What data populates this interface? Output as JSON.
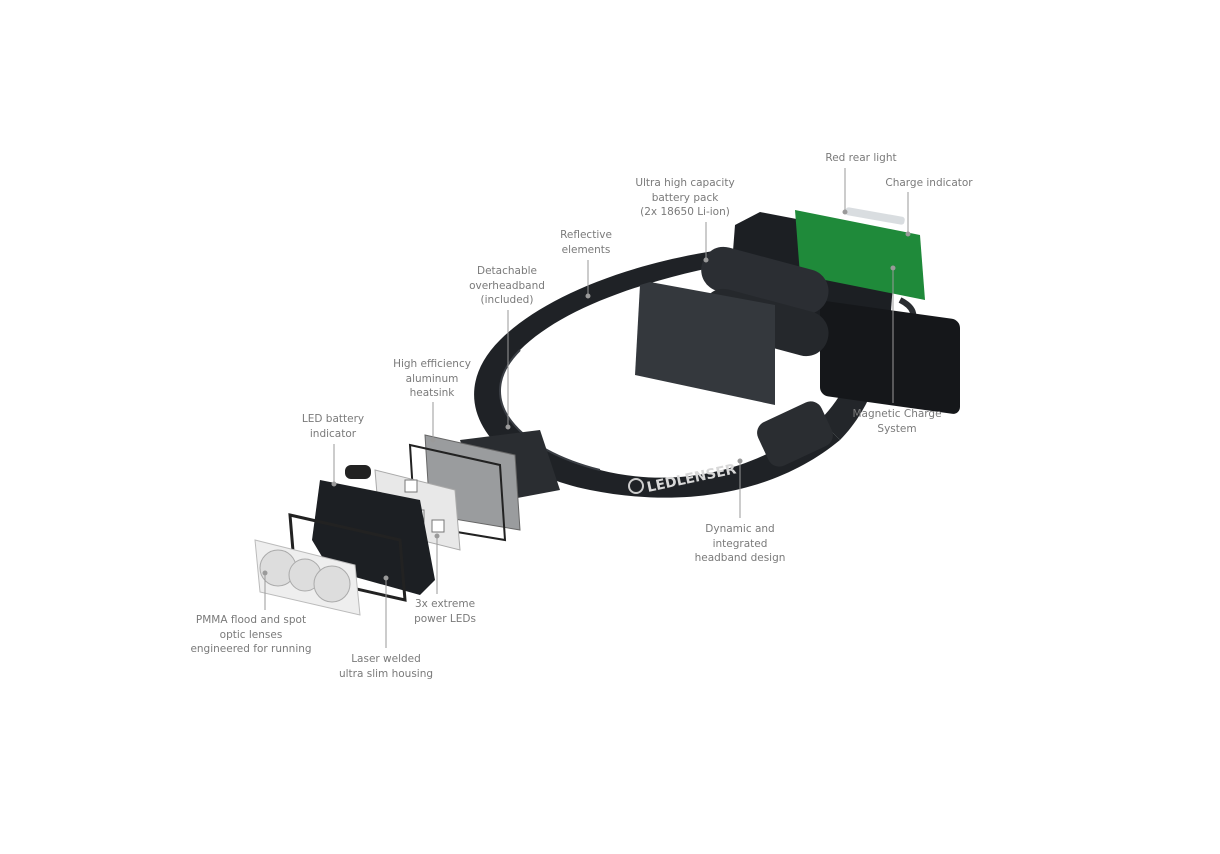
{
  "brand": "LEDLENSER",
  "colors": {
    "label": "#7a7a7a",
    "body": "#1f2226",
    "pcb": "#1f8a3a",
    "leader": "#9a9a9a"
  },
  "callouts": {
    "red_rear_light": [
      "Red rear light"
    ],
    "charge_indicator": [
      "Charge indicator"
    ],
    "battery_pack": [
      "Ultra high capacity",
      "battery pack",
      "(2x 18650 Li-ion)"
    ],
    "reflective": [
      "Reflective",
      "elements"
    ],
    "overheadband": [
      "Detachable",
      "overheadband",
      "(included)"
    ],
    "heatsink": [
      "High efficiency",
      "aluminum",
      "heatsink"
    ],
    "led_battery": [
      "LED battery",
      "indicator"
    ],
    "magnetic_charge": [
      "Magnetic Charge",
      "System"
    ],
    "headband": [
      "Dynamic and",
      "integrated",
      "headband design"
    ],
    "leds": [
      "3x extreme",
      "power LEDs"
    ],
    "lenses": [
      "PMMA flood and spot",
      "optic lenses",
      "engineered for running"
    ],
    "housing": [
      "Laser welded",
      "ultra slim housing"
    ]
  }
}
